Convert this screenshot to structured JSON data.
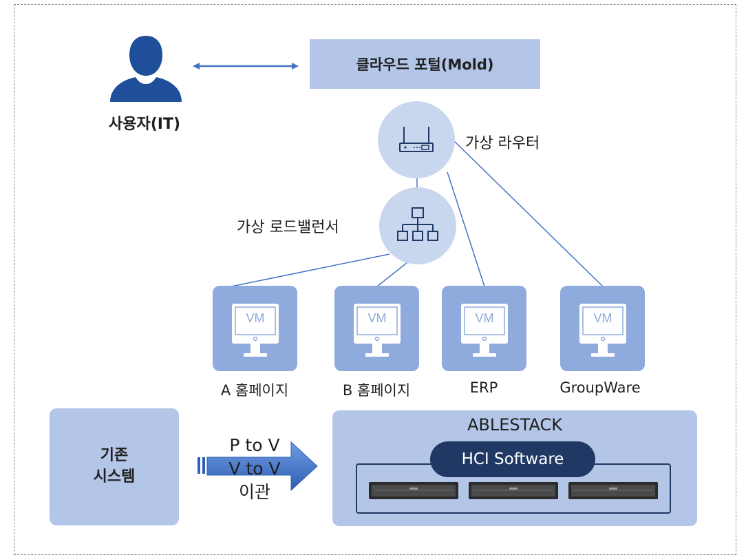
{
  "user": {
    "label": "사용자(IT)",
    "icon": "user-icon"
  },
  "portal": {
    "label": "클라우드 포털(Mold)"
  },
  "router": {
    "label": "가상 라우터",
    "icon": "router-icon"
  },
  "load_balancer": {
    "label": "가상 로드밸런서",
    "icon": "network-hierarchy-icon"
  },
  "vms": [
    {
      "badge": "VM",
      "name": "A 홈페이지"
    },
    {
      "badge": "VM",
      "name": "B 홈페이지"
    },
    {
      "badge": "VM",
      "name": "ERP"
    },
    {
      "badge": "VM",
      "name": "GroupWare"
    }
  ],
  "legacy": {
    "line1": "기존",
    "line2": "시스템"
  },
  "migration": {
    "line1": "P to V",
    "line2": "V to V",
    "line3": "이관"
  },
  "ablestack": {
    "title": "ABLESTACK",
    "hci_label": "HCI Software",
    "server_count": 3
  },
  "colors": {
    "user": "#1f4e9a",
    "portal": "#b4c6e7",
    "node": "#c9d7ee",
    "vm_card": "#8faadc",
    "connector": "#4472c4",
    "hci": "#1f3864"
  }
}
